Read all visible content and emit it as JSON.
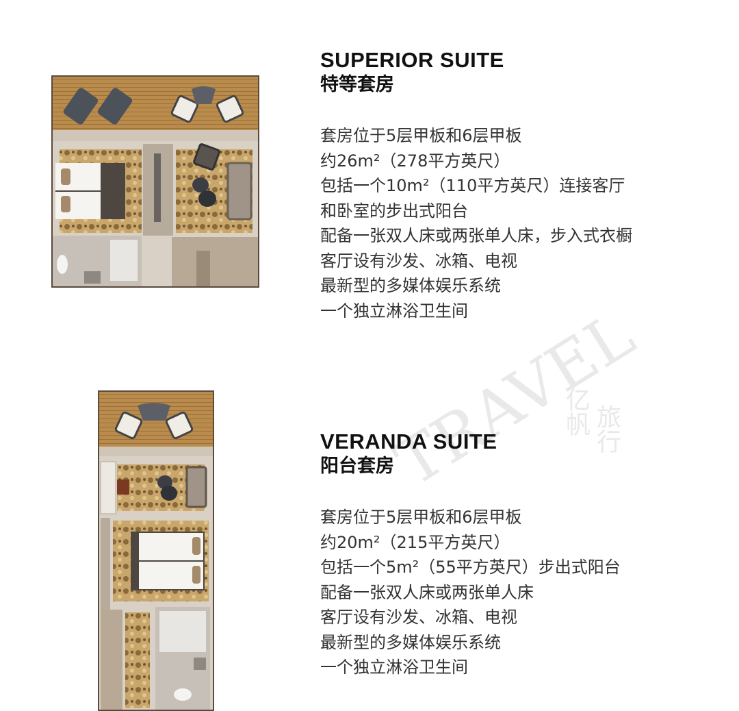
{
  "suites": [
    {
      "name_en": "SUPERIOR SUITE",
      "name_zh": "特等套房",
      "lines": [
        "套房位于5层甲板和6层甲板",
        "约26m²（278平方英尺）",
        "包括一个10m²（110平方英尺）连接客厅",
        "和卧室的步出式阳台",
        "配备一张双人床或两张单人床，步入式衣橱",
        "客厅设有沙发、冰箱、电视",
        "最新型的多媒体娱乐系统",
        "一个独立淋浴卫生间"
      ]
    },
    {
      "name_en": "VERANDA SUITE",
      "name_zh": "阳台套房",
      "lines": [
        "套房位于5层甲板和6层甲板",
        "约20m²（215平方英尺）",
        "包括一个5m²（55平方英尺）步出式阳台",
        "配备一张双人床或两张单人床",
        "客厅设有沙发、冰箱、电视",
        "最新型的多媒体娱乐系统",
        "一个独立淋浴卫生间"
      ]
    }
  ],
  "watermark": {
    "text_en": "TRAVEL",
    "text_zh_a": "亿帆",
    "text_zh_b": "旅行"
  }
}
